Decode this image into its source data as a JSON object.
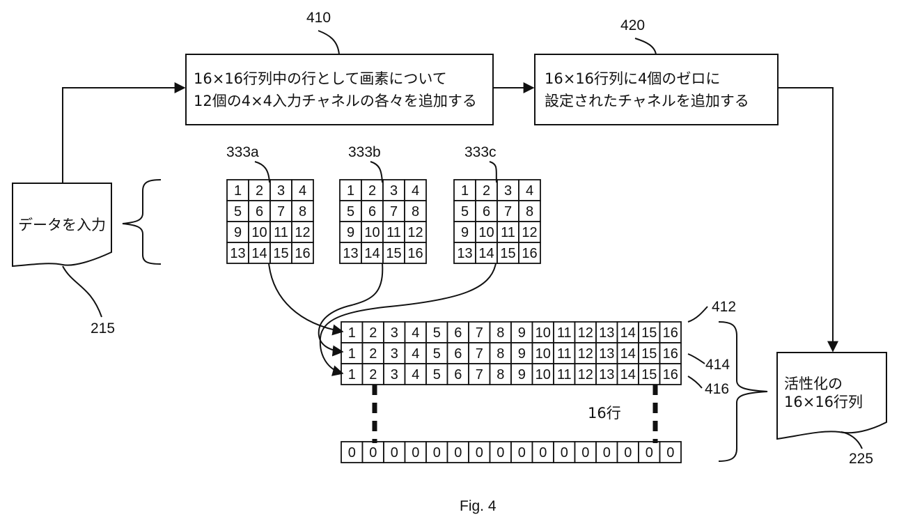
{
  "figure": {
    "caption": "Fig. 4",
    "box_410": {
      "ref": "410",
      "line1": "16×16行列中の行として画素について",
      "line2": "12個の4×4入力チャネルの各々を追加する"
    },
    "box_420": {
      "ref": "420",
      "line1": "16×16行列に4個のゼロに",
      "line2": "設定されたチャネルを追加する"
    },
    "input_doc": {
      "ref": "215",
      "label": "データを入力"
    },
    "output_doc": {
      "ref": "225",
      "line1": "活性化の",
      "line2": "16×16行列"
    },
    "channels": [
      {
        "ref": "333a",
        "cells": [
          "1",
          "2",
          "3",
          "4",
          "5",
          "6",
          "7",
          "8",
          "9",
          "10",
          "11",
          "12",
          "13",
          "14",
          "15",
          "16"
        ]
      },
      {
        "ref": "333b",
        "cells": [
          "1",
          "2",
          "3",
          "4",
          "5",
          "6",
          "7",
          "8",
          "9",
          "10",
          "11",
          "12",
          "13",
          "14",
          "15",
          "16"
        ]
      },
      {
        "ref": "333c",
        "cells": [
          "1",
          "2",
          "3",
          "4",
          "5",
          "6",
          "7",
          "8",
          "9",
          "10",
          "11",
          "12",
          "13",
          "14",
          "15",
          "16"
        ]
      }
    ],
    "rows": [
      {
        "ref": "412",
        "cells": [
          "1",
          "2",
          "3",
          "4",
          "5",
          "6",
          "7",
          "8",
          "9",
          "10",
          "11",
          "12",
          "13",
          "14",
          "15",
          "16"
        ]
      },
      {
        "ref": "414",
        "cells": [
          "1",
          "2",
          "3",
          "4",
          "5",
          "6",
          "7",
          "8",
          "9",
          "10",
          "11",
          "12",
          "13",
          "14",
          "15",
          "16"
        ]
      },
      {
        "ref": "416",
        "cells": [
          "1",
          "2",
          "3",
          "4",
          "5",
          "6",
          "7",
          "8",
          "9",
          "10",
          "11",
          "12",
          "13",
          "14",
          "15",
          "16"
        ]
      }
    ],
    "zero_row": {
      "cells": [
        "0",
        "0",
        "0",
        "0",
        "0",
        "0",
        "0",
        "0",
        "0",
        "0",
        "0",
        "0",
        "0",
        "0",
        "0",
        "0"
      ]
    },
    "rows_count_label": "16行"
  }
}
